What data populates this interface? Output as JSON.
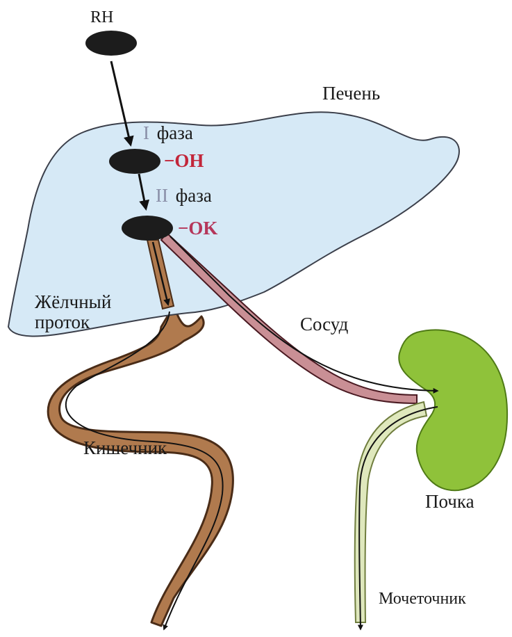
{
  "labels": {
    "rh": "RH",
    "liver": "Печень",
    "phase1_numeral": "I",
    "phase1_word": "фаза",
    "phase2_numeral": "II",
    "phase2_word": "фаза",
    "group_oh": "−OH",
    "group_ok": "−OK",
    "bile_duct_line1": "Жёлчный",
    "bile_duct_line2": "проток",
    "vessel": "Сосуд",
    "intestine": "Кишечник",
    "kidney": "Почка",
    "ureter": "Мочеточник"
  },
  "colors": {
    "liver_fill": "#d6e9f6",
    "liver_stroke": "#3b3f4a",
    "molecule": "#1c1c1c",
    "intestine_fill": "#b07a4e",
    "intestine_stroke": "#4a2c17",
    "vessel_fill": "#c98f95",
    "vessel_stroke": "#4a1a22",
    "kidney_fill": "#8fc23a",
    "kidney_stroke": "#4f7a16",
    "ureter_fill": "#dfe8bd",
    "ureter_stroke": "#6f7d3e",
    "arrow": "#111111",
    "oh_text": "#c2263a",
    "ok_text": "#b5365a",
    "roman_numeral": "#8a8fa8"
  }
}
